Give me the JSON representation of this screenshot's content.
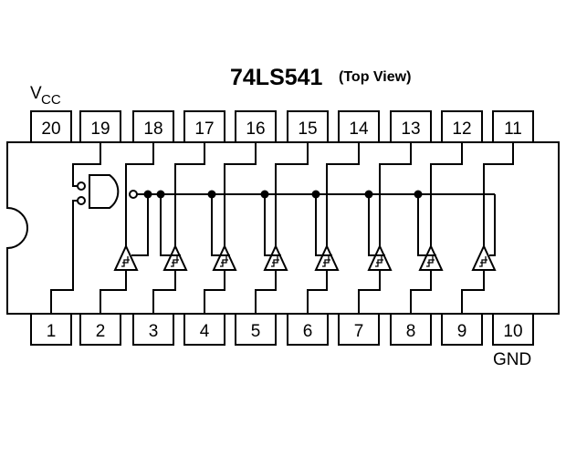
{
  "chip": {
    "part_number": "74LS541",
    "view": "(Top View)"
  },
  "labels": {
    "vcc_main": "V",
    "vcc_sub": "CC",
    "gnd": "GND"
  },
  "pins": {
    "top": [
      "20",
      "19",
      "18",
      "17",
      "16",
      "15",
      "14",
      "13",
      "12",
      "11"
    ],
    "bottom": [
      "1",
      "2",
      "3",
      "4",
      "5",
      "6",
      "7",
      "8",
      "9",
      "10"
    ]
  }
}
